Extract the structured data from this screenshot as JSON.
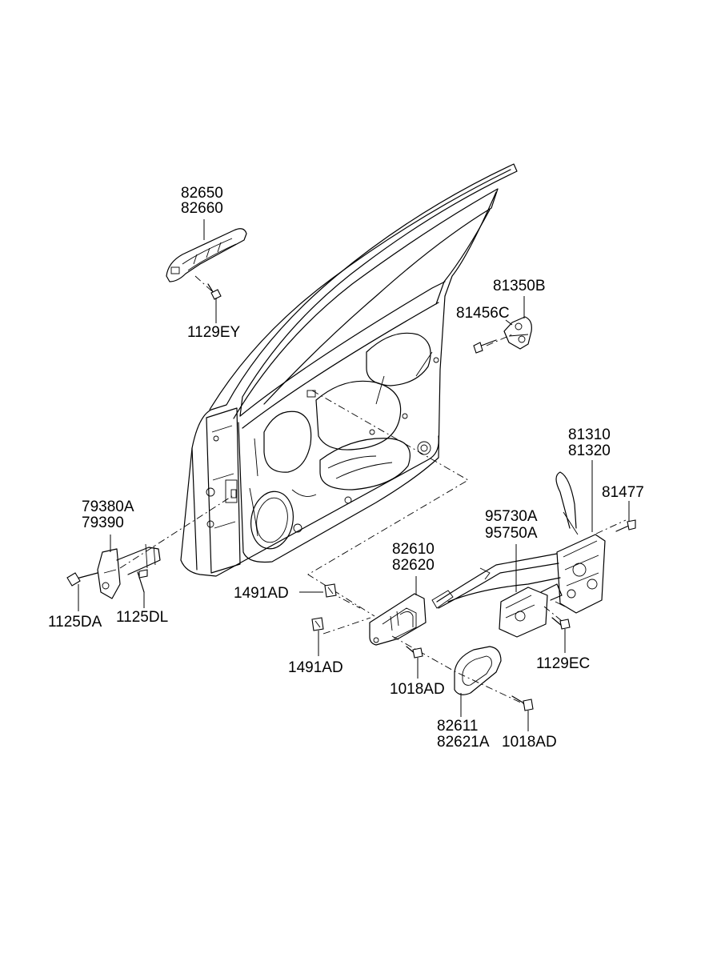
{
  "labels": {
    "door_handle_outer": [
      "82650",
      "82660"
    ],
    "screw_handle": "1129EY",
    "striker": "81350B",
    "striker_screw": "81456C",
    "latch": [
      "81310",
      "81320"
    ],
    "latch_screw": "81477",
    "actuator": [
      "95730A",
      "95750A"
    ],
    "checker": [
      "79380A",
      "79390"
    ],
    "inner_handle": [
      "82610",
      "82620"
    ],
    "clip_top": "1491AD",
    "clip_bottom": "1491AD",
    "checker_bolt_left": "1125DA",
    "checker_bolt_right": "1125DL",
    "inner_handle_screw": "1018AD",
    "actuator_screw": "1129EC",
    "bezel": [
      "82611",
      "82621A"
    ],
    "bezel_screw": "1018AD"
  }
}
